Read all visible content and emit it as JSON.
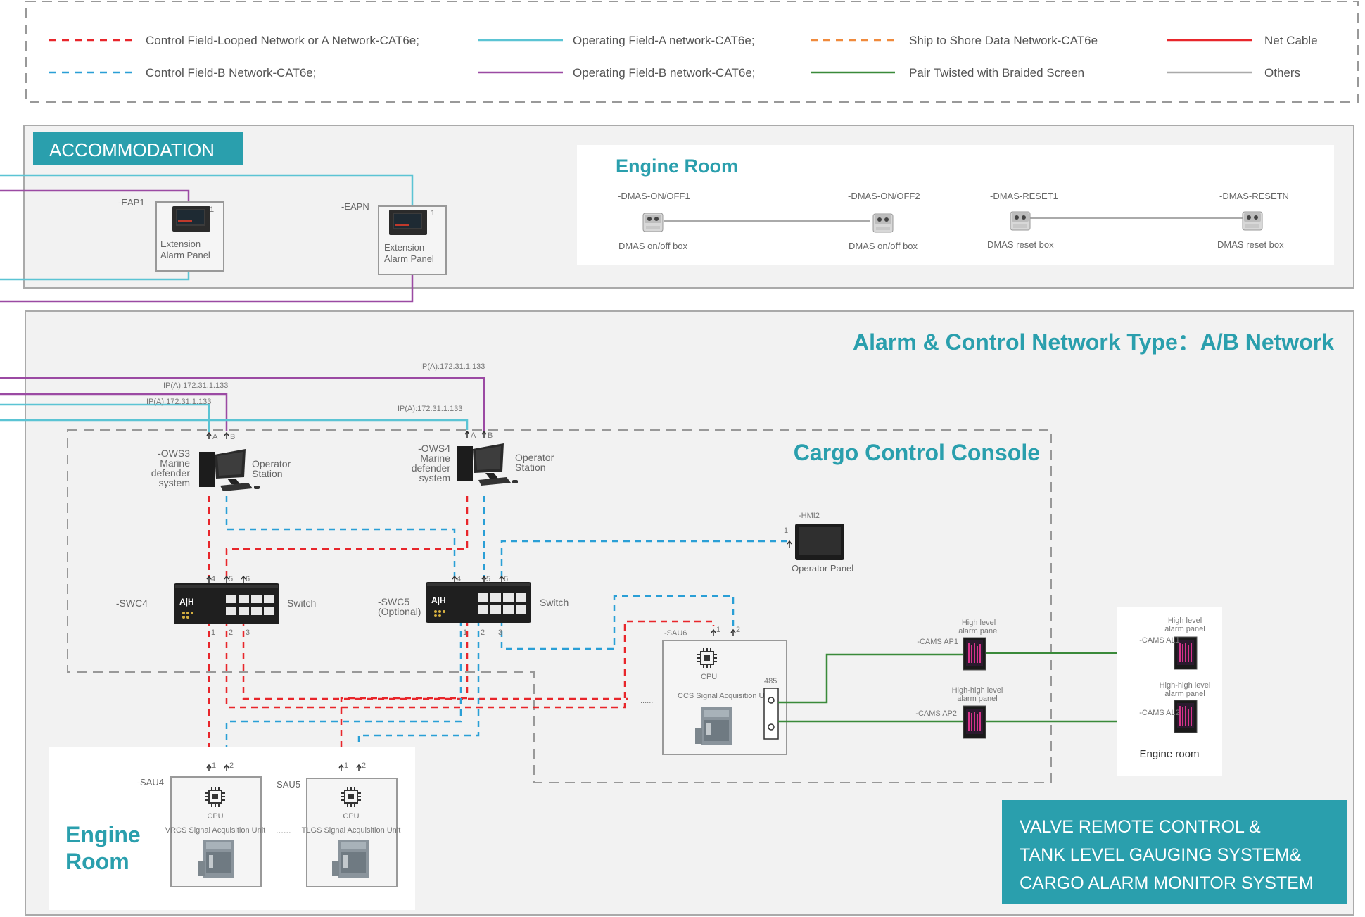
{
  "legend": {
    "items": [
      {
        "label": "Control Field-Looped Network or A Network-CAT6e;",
        "color": "#e8262b",
        "style": "dashed"
      },
      {
        "label": "Control Field-B Network-CAT6e;",
        "color": "#2a9fd6",
        "style": "dashed"
      },
      {
        "label": "Operating  Field-A network-CAT6e;",
        "color": "#5bc4d4",
        "style": "solid"
      },
      {
        "label": "Operating  Field-B network-CAT6e;",
        "color": "#9b4aa3",
        "style": "solid"
      },
      {
        "label": "Ship to Shore Data Network-CAT6e",
        "color": "#f08a3c",
        "style": "dashed"
      },
      {
        "label": "Pair Twisted with Braided Screen",
        "color": "#3a8a3a",
        "style": "solid"
      },
      {
        "label": "Net Cable",
        "color": "#e8262b",
        "style": "solid"
      },
      {
        "label": "Others",
        "color": "#aaaaaa",
        "style": "solid"
      }
    ]
  },
  "accommodation": {
    "badge": "ACCOMMODATION",
    "panels": [
      {
        "tag": "-EAP1",
        "label1": "Extension",
        "label2": "Alarm Panel",
        "port": "1"
      },
      {
        "tag": "-EAPN",
        "label1": "Extension",
        "label2": "Alarm Panel",
        "port": "1"
      }
    ]
  },
  "engine_room_top": {
    "title": "Engine Room",
    "devices": [
      {
        "tag": "-DMAS-ON/OFF1",
        "label": "DMAS on/off box"
      },
      {
        "tag": "-DMAS-ON/OFF2",
        "label": "DMAS on/off box"
      },
      {
        "tag": "-DMAS-RESET1",
        "label": "DMAS reset box"
      },
      {
        "tag": "-DMAS-RESETN",
        "label": "DMAS reset box"
      }
    ]
  },
  "network": {
    "title": "Alarm & Control Network Type：A/B Network",
    "console_title": "Cargo Control Console",
    "ips": [
      "IP(A):172.31.1.133",
      "IP(A):172.31.1.133",
      "IP(A):172.31.1.133",
      "IP(A):172.31.1.133"
    ],
    "ows3": {
      "tag": "-OWS3",
      "desc": [
        "Marine",
        "defender",
        "system"
      ],
      "label": [
        "Operator",
        "Station"
      ]
    },
    "ows4": {
      "tag": "-OWS4",
      "desc": [
        "Marine",
        "defender",
        "system"
      ],
      "label": [
        "Operator",
        "Station"
      ]
    },
    "hmi": {
      "tag": "-HMI2",
      "label": "Operator Panel"
    },
    "swc4": {
      "tag": "-SWC4",
      "label": "Switch"
    },
    "swc5": {
      "tag": "-SWC5",
      "opt": "(Optional)",
      "label": "Switch"
    },
    "sau6": {
      "tag": "-SAU6",
      "cpu": "CPU",
      "unit": "CCS Signal Acquisition Unit",
      "port485": "485",
      "dots": "......"
    },
    "sau4": {
      "tag": "-SAU4",
      "cpu": "CPU",
      "unit": "VRCS Signal Acquisition Unit"
    },
    "sau5": {
      "tag": "-SAU5",
      "cpu": "CPU",
      "unit": "TLGS Signal Acquisition Unit"
    },
    "sau_dots": "......",
    "ap1": {
      "tag": "-CAMS AP1",
      "label": [
        "High level",
        "alarm panel"
      ]
    },
    "ap2": {
      "tag": "-CAMS AP2",
      "label": [
        "High-high level",
        "alarm panel"
      ]
    },
    "al1": {
      "tag": "-CAMS AL1",
      "label": [
        "High level",
        "alarm panel"
      ]
    },
    "al2": {
      "tag": "-CAMS AL2",
      "label": [
        "High-high level",
        "alarm panel"
      ]
    },
    "engine_room_small": "Engine room",
    "engine_room_big": [
      "Engine",
      "Room"
    ],
    "ports": {
      "a": "A",
      "b": "B",
      "one": "1",
      "two": "2",
      "three": "3",
      "four": "4",
      "five": "5",
      "six": "6"
    }
  },
  "system_badge": {
    "lines": [
      "VALVE REMOTE CONTROL &",
      "TANK LEVEL GAUGING SYSTEM&",
      "CARGO ALARM MONITOR SYSTEM"
    ]
  },
  "colors": {
    "accent": "#2a9fad",
    "red": "#e8262b",
    "blue": "#2a9fd6",
    "cyan": "#5bc4d4",
    "purple": "#9b4aa3",
    "green": "#3a8a3a"
  }
}
